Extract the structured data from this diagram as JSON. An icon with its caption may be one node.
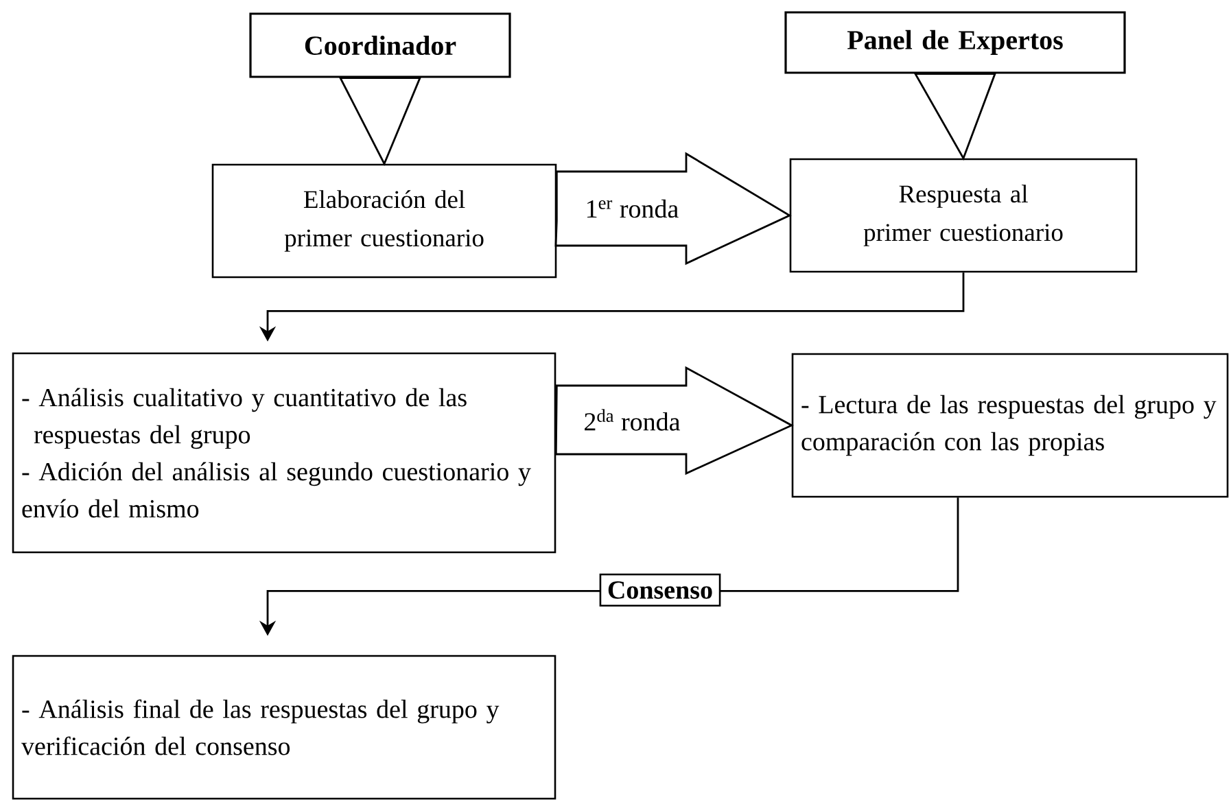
{
  "diagram": {
    "nodes": [
      {
        "text": [
          "Coordinador"
        ]
      },
      {
        "text": [
          "Panel de Expertos"
        ]
      },
      {
        "text": [
          "Elaboración del primer cuestionario"
        ]
      },
      {
        "text": [
          "Respuesta al primer cuestionario"
        ]
      },
      {
        "text": [
          "- Análisis cualitativo y cuantitativo de las respuestas del grupo",
          "- Adición del análisis al segundo cuestionario y envío del mismo"
        ]
      },
      {
        "text": [
          "- Lectura de las respuestas del grupo y comparación con las propias"
        ]
      },
      {
        "text": [
          "- Análisis final de las respuestas del grupo y verificación del consenso"
        ]
      }
    ],
    "edges": [
      {
        "from": 0,
        "to": 2,
        "arrow": "to"
      },
      {
        "from": 1,
        "to": 3,
        "arrow": "to"
      },
      {
        "from": 2,
        "to": 3,
        "arrow": "to",
        "label": "1$^{er}$ ronda"
      },
      {
        "from": 3,
        "to": 4,
        "arrow": "to"
      },
      {
        "from": 4,
        "to": 5,
        "arrow": "to",
        "label": "2$^{da}$ ronda"
      },
      {
        "from": 5,
        "to": 6,
        "arrow": "to",
        "label": "Consenso"
      }
    ]
  }
}
